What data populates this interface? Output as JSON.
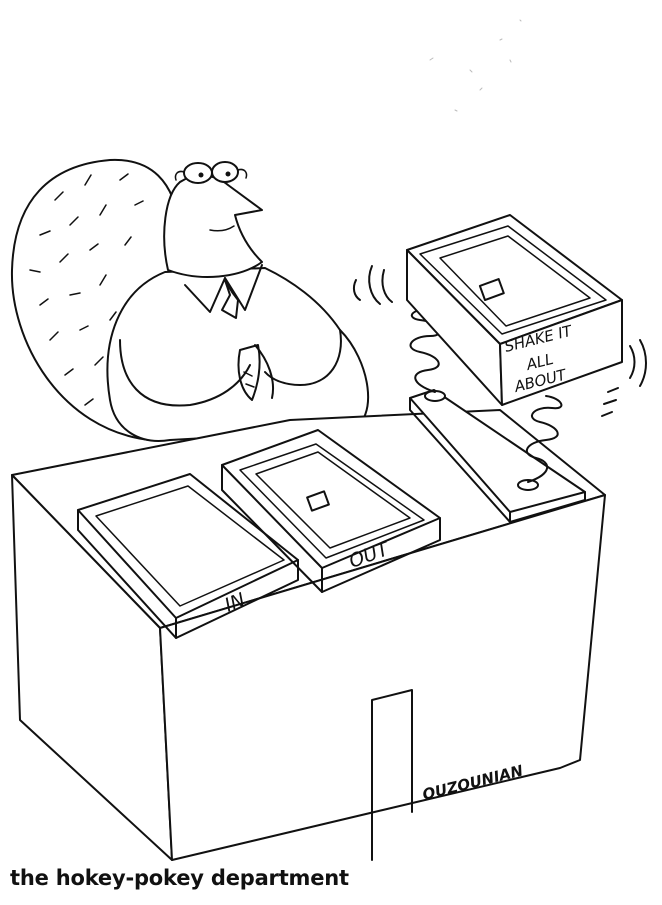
{
  "caption": "the hokey-pokey department",
  "tray_labels": {
    "in": "IN",
    "out": "OUT",
    "shake_line1": "SHAKE IT",
    "shake_line2": "ALL",
    "shake_line3": "ABOUT"
  },
  "signature": "OUZOUNIAN"
}
